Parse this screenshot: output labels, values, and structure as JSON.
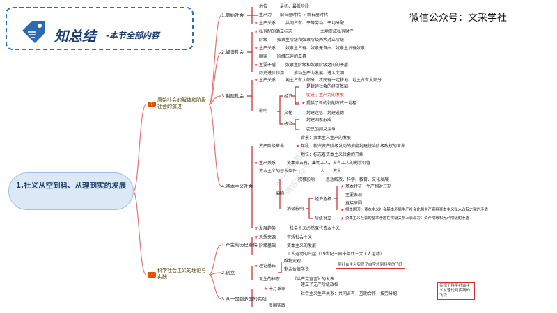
{
  "logo": {
    "title": "知总结",
    "subtitle": "-本节全部内容",
    "icon": "tag-icon"
  },
  "wechat": "微信公众号：文采学社",
  "root": "1.社义从空到科、从理到实的发展",
  "sections": [
    {
      "label": "原始社会的解体和阶级社会的演进"
    },
    {
      "label": "科学社会主义的理论与实践"
    }
  ],
  "nodes": {
    "n1": "1.原始社会",
    "n1a": "地位",
    "n1a_v": "最初、最低阶段",
    "n1b": "生产力",
    "n1b_v": "旧石器时代 → 新石器时代",
    "n1c": "生产关系",
    "n1c_v": "共同占有、平等劳动、平均分配",
    "n2": "2.奴隶社会",
    "n2a": "私有制的确立标志",
    "n2a_v": "土地变成私有财产",
    "n2b": "阶级",
    "n2b_v": "奴隶主阶级和奴隶阶级两大对立阶级",
    "n2c": "生产关系",
    "n2c_v": "奴隶主占有、奴隶无自由、奴隶主占有奴隶",
    "n2d": "国家",
    "n2d_v": "阶级压迫的工具",
    "n2e": "主要矛盾",
    "n2e_v": "奴隶主阶级和奴隶阶级之间的矛盾",
    "n2f": "历史进步作用",
    "n2f_v": "推动生产力发展、进入文明",
    "n3": "3.封建社会",
    "n3a": "生产关系",
    "n3a_v": "地主占有大部分、农民有一定耕地、地主占有大部分",
    "n3b": "影响",
    "n3b1": "经济",
    "n3b1a": "是封建社会的经济基础",
    "n3b1b": "促进了生产力的发展",
    "n3b1c": "提供了新的剥削方式一地租",
    "n3b2": "文化",
    "n3b2a": "封建迷信、封建道德",
    "n3b3": "政治",
    "n3b3a": "封建国家形成",
    "n3b3b": "农民的起义斗争",
    "n4": "4.资本主义社会",
    "n4a": "资产阶级革命",
    "n4a1": "背景：资本主义生产的发展",
    "n4a2": "年段：新兴资产阶级发动的推翻封建统治阶级政权的革命",
    "n4a3": "地位：标志着资本主义社会的开始",
    "n4b": "生产关系",
    "n4b_v": "资本家占有，雇佣工人，占有工人的剩余价值",
    "n4c": "资本主义的基本条件",
    "n4c_v1": "人",
    "n4c_v2": "资本",
    "n4d": "影响",
    "n4d1": "积极影响",
    "n4d1a": "思想解放、科学、教育、文化发展",
    "n4d2": "消极影响",
    "n4d2a": "经济危机",
    "n4d2a1": "基本特征：生产相对过剩",
    "n4d2a2": "主要表现",
    "n4d2a3": "直接原因",
    "n4d2a4": "根本原因：资本主义社会基本矛盾生产社会化和生产资料资本主义私人占有之间的矛盾",
    "n4d2b": "阶级对立",
    "n4d2b1": "资本主义社会的基本矛盾在阶级关系上表现为：资产阶级和无产阶级的矛盾",
    "n4e": "发展趋势",
    "n4e_v": "社会主义必然取代资本主义",
    "n5": "1.产生的历史条件",
    "n5a": "思想来源",
    "n5a_v": "空想社会主义",
    "n5b": "阶级基础",
    "n5b_v": "资本主义的发展",
    "n5c": "工人运动的兴起（19世纪三四十年代三大工人运动）",
    "n6": "2.创立",
    "n6a": "理论基石",
    "n6a1": "唯物史观",
    "n6a2": "剩余价值学说",
    "n6a_note": "使社会主义实现了由空想到科学的飞跃",
    "n6b": "诞生的标志",
    "n6b_v": "《共产党宣言》的发表",
    "n7": "3.从一国到多国的实践",
    "n7a": "十月革命",
    "n7a_v": "建立了无产阶级政权",
    "n7a_v2": "社会主义生产关系：共同占有、互助合作、按劳分配",
    "n7b": "多国实践",
    "n7_note": "实现了科学社会主义从理论到实践的飞跃"
  },
  "watermark": [
    "唯一更新群号",
    "微信公众号"
  ]
}
